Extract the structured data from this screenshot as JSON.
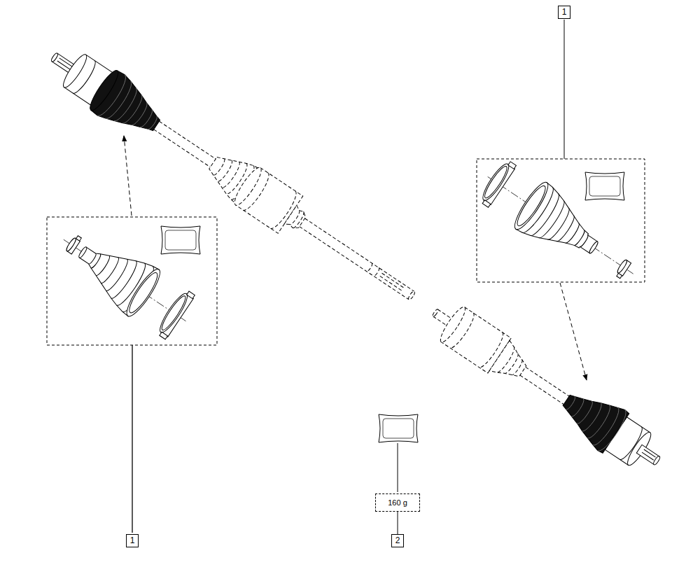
{
  "diagram": {
    "nodes": [
      {
        "text": [
          "1"
        ]
      },
      {
        "text": [
          "160 g"
        ]
      },
      {
        "text": [
          "1"
        ]
      },
      {
        "text": [
          "2"
        ]
      }
    ],
    "edges": [
      {
        "from": 1,
        "to": 3,
        "arrow": "none"
      }
    ]
  }
}
